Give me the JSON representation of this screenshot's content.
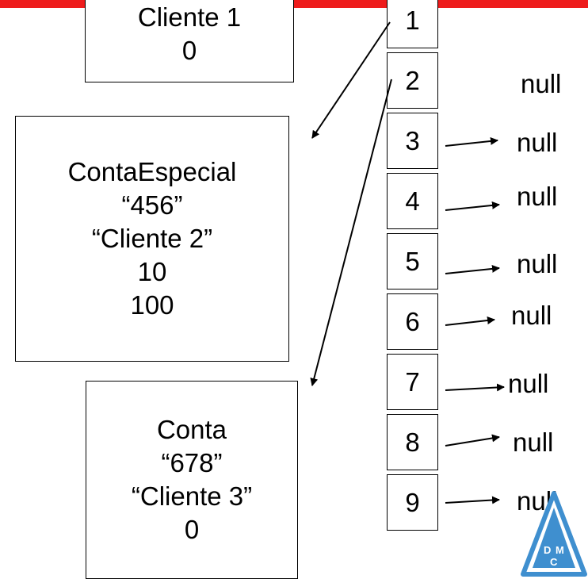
{
  "objects": {
    "cliente1": {
      "lines": [
        "Cliente 1",
        "0"
      ]
    },
    "conta_especial": {
      "lines": [
        "ContaEspecial",
        "“456”",
        "“Cliente 2”",
        "10",
        "100"
      ]
    },
    "conta": {
      "lines": [
        "Conta",
        "“678”",
        "“Cliente 3”",
        "0"
      ]
    }
  },
  "array": {
    "indices": [
      "1",
      "2",
      "3",
      "4",
      "5",
      "6",
      "7",
      "8",
      "9"
    ]
  },
  "nulls": [
    "null",
    "null",
    "null",
    "null",
    "null",
    "null",
    "null",
    "null"
  ],
  "logo": {
    "letters": [
      "D",
      "M",
      "C"
    ]
  },
  "colors": {
    "accent_bar": "#ee1c1c",
    "logo_blue": "#3f8fcf"
  }
}
